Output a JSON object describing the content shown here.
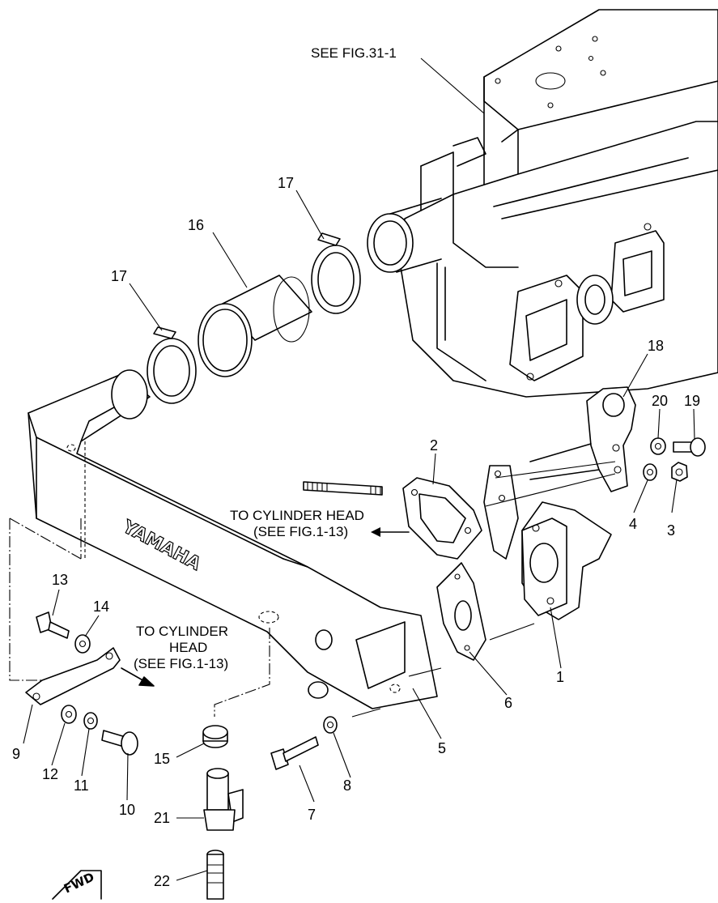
{
  "labels": {
    "see_fig_31_1": "SEE FIG.31-1",
    "to_cyl_head_top_1": "TO CYLINDER HEAD",
    "to_cyl_head_top_2": "(SEE FIG.1-13)",
    "to_cyl_head_left_1": "TO CYLINDER",
    "to_cyl_head_left_2": "HEAD",
    "to_cyl_head_left_3": "(SEE FIG.1-13)"
  },
  "pipe": {
    "brand": "YAMAHA"
  },
  "fwd_label": "FWD",
  "parts": {
    "p1": "1",
    "p2": "2",
    "p3": "3",
    "p4": "4",
    "p5": "5",
    "p6": "6",
    "p7": "7",
    "p8": "8",
    "p9": "9",
    "p10": "10",
    "p11": "11",
    "p12": "12",
    "p13": "13",
    "p14": "14",
    "p15": "15",
    "p16": "16",
    "p17a": "17",
    "p17b": "17",
    "p18": "18",
    "p19": "19",
    "p20": "20",
    "p21": "21",
    "p22": "22"
  }
}
